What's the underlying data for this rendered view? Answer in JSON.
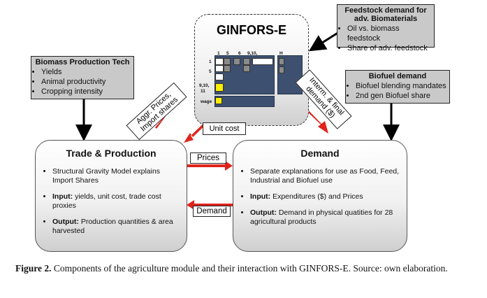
{
  "feedstock": {
    "title": "Feedstock demand for adv. Biomaterials",
    "items": [
      "Oil vs. biomass feedstock",
      "Share of adv. feedstock"
    ]
  },
  "biomass": {
    "title": "Biomass Production Tech",
    "items": [
      "Yields",
      "Animal productivity",
      "Cropping intensity"
    ]
  },
  "biofuel": {
    "title": "Biofuel demand",
    "items": [
      "Biofuel blending mandates",
      "2nd gen Biofuel share"
    ]
  },
  "ginfors": {
    "title": "GINFORS-E",
    "col_labels": [
      "1",
      "5",
      "6",
      "9,10,",
      "H"
    ],
    "row_labels": [
      "1",
      "5",
      "9,10,",
      "11",
      "wage"
    ]
  },
  "trade": {
    "title": "Trade & Production",
    "bullet1": "Structural Gravity Model explains Import Shares",
    "bullet2_label": "Input:",
    "bullet2_text": " yields, unit cost, trade cost proxies",
    "bullet3_label": "Output:",
    "bullet3_text": " Production quantities & area harvested"
  },
  "demand": {
    "title": "Demand",
    "bullet1": "Separate explanations for use as Food, Feed, Industrial and Biofuel use",
    "bullet2_label": "Input:",
    "bullet2_text": " Expenditures ($) and Prices",
    "bullet3_label": "Output:",
    "bullet3_text": " Demand in physical quatities for 28 agricultural products"
  },
  "flows": {
    "unit_cost": "Unit cost",
    "prices": "Prices",
    "demand": "Demand",
    "aggr_prices_1": "Aggr. Prices,",
    "aggr_prices_2": "Import shares",
    "interm_1": "Interm. & final",
    "interm_2": "demand ($)"
  },
  "caption": {
    "label": "Figure 2.",
    "text": " Components of the agriculture module and their interaction with GINFORS-E. Source: own elaboration."
  },
  "colors": {
    "arrow_red": "#e0231b",
    "box_gray": "#c9c9c9",
    "matrix_blue": "#3d5070",
    "cell_yellow": "#ffee00"
  }
}
